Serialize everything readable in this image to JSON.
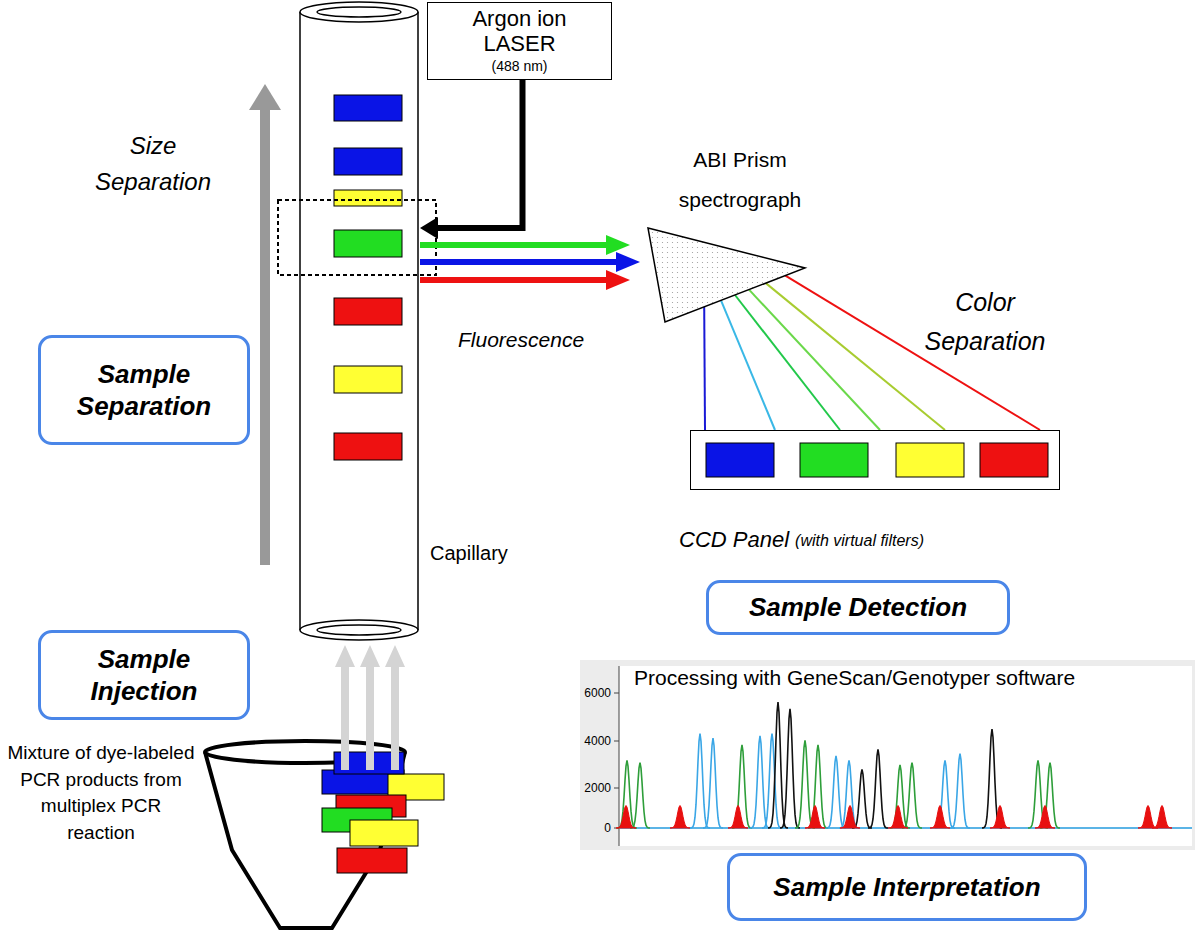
{
  "diagram": {
    "nodes": [
      {
        "text": [
          "Argon ion LASER",
          "(488 nm)"
        ]
      },
      {
        "text": [
          "Capillary"
        ]
      },
      {
        "text": [
          "ABI Prism spectrograph"
        ]
      },
      {
        "text": [
          "Sample Separation"
        ]
      },
      {
        "text": [
          "CCD Panel",
          "(with virtual filters)"
        ]
      },
      {
        "text": [
          "Sample Detection"
        ]
      },
      {
        "text": [
          "Sample Injection"
        ]
      },
      {
        "text": [
          "Processing with GeneScan/Genotyper software"
        ]
      },
      {
        "text": [
          "Sample Interpretation"
        ]
      }
    ],
    "edges": [
      {
        "from": 0,
        "to": 1,
        "arrow": "to"
      },
      {
        "from": 1,
        "to": 2,
        "arrow": "to"
      },
      {
        "from": 2,
        "to": 4,
        "arrow": "none"
      }
    ],
    "labels": [
      "Size Separation",
      "Fluorescence",
      "Color Separation",
      "Mixture of dye-labeled PCR products from multiplex PCR reaction",
      "6000",
      "4000",
      "2000",
      "0"
    ]
  }
}
